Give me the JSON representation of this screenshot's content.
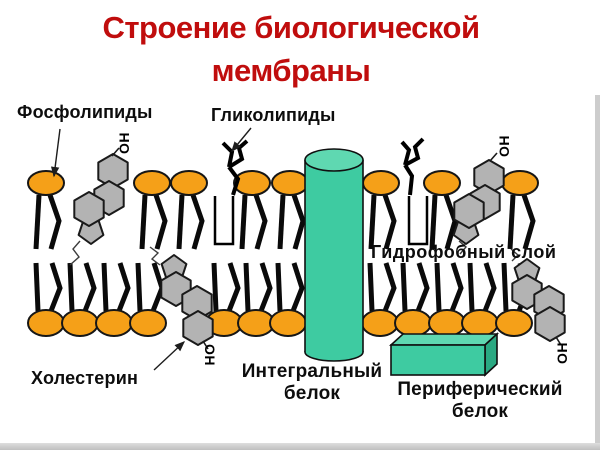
{
  "title": {
    "line1": "Строение биологической",
    "line2": "мембраны"
  },
  "labels": {
    "phospholipids": "Фосфолипиды",
    "glycolipids": "Гликолипиды",
    "hydrophobic_layer": "Гидрофобный слой",
    "cholesterol": "Холестерин",
    "integral_protein_line1": "Интегральный",
    "integral_protein_line2": "белок",
    "peripheral_protein_line1": "Периферический",
    "peripheral_protein_line2": "белок",
    "hydroxyl": "ОН"
  },
  "colors": {
    "title_red": "#c00d0d",
    "head_orange": "#f5a018",
    "sterol_gray": "#b3b3b3",
    "protein_teal": "#3ecba1",
    "protein_teal_light": "#5fd8b1",
    "protein_teal_dark": "#2aa982",
    "outline_black": "#000000",
    "label_black": "#0d0d0d"
  }
}
